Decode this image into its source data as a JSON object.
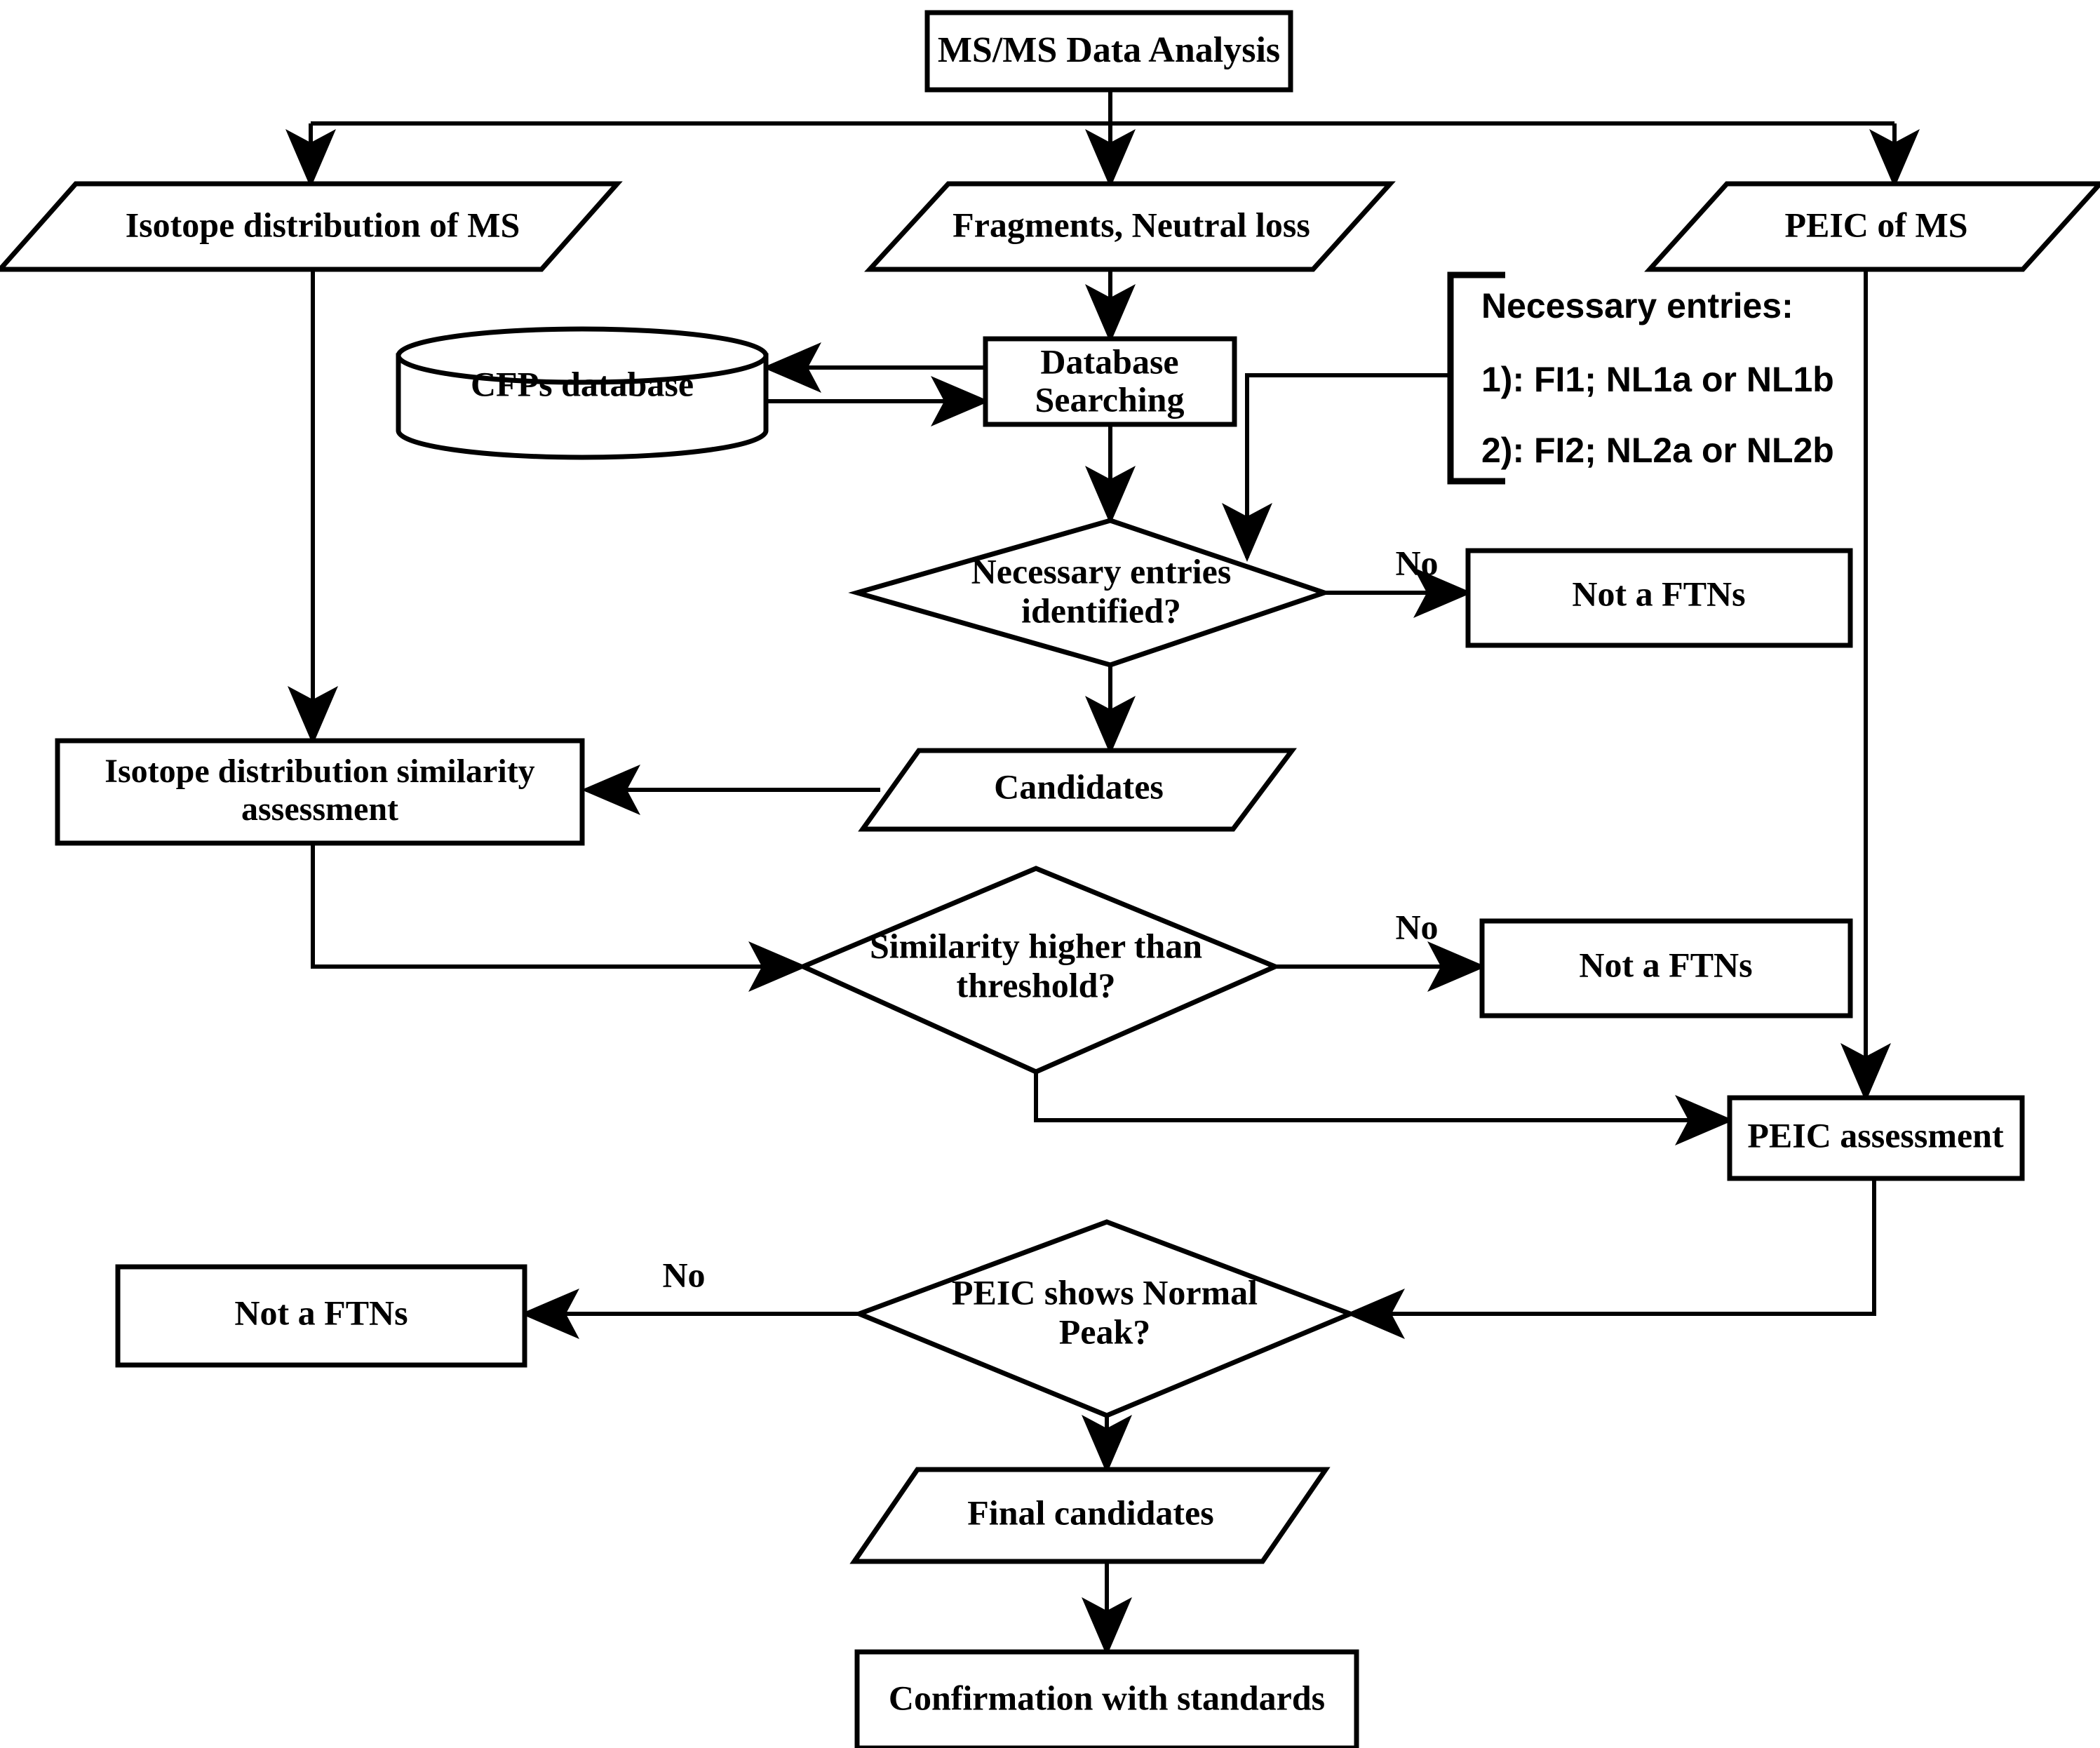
{
  "diagram": {
    "title": "MS/MS Data Analysis workflow flowchart",
    "type": "flowchart",
    "colors": {
      "background": "#ffffff",
      "stroke": "#000000",
      "fill": "#ffffff"
    }
  },
  "nodes": {
    "start": {
      "label": "MS/MS Data Analysis",
      "shape": "process"
    },
    "isotope_input": {
      "label": "Isotope distribution of MS",
      "shape": "data"
    },
    "fragments_input": {
      "label": "Fragments, Neutral loss",
      "shape": "data"
    },
    "peic_input": {
      "label": "PEIC of MS",
      "shape": "data"
    },
    "cfps_db": {
      "label": "CFPs database",
      "shape": "database"
    },
    "db_search": {
      "line1": "Database",
      "line2": "Searching",
      "shape": "process"
    },
    "decision_entries": {
      "line1": "Necessary entries",
      "line2": "identified?",
      "shape": "decision"
    },
    "not_ftns_1": {
      "label": "Not a FTNs",
      "shape": "process"
    },
    "isotope_sim": {
      "line1": "Isotope distribution similarity",
      "line2": "assessment",
      "shape": "process"
    },
    "candidates": {
      "label": "Candidates",
      "shape": "data"
    },
    "decision_similarity": {
      "line1": "Similarity higher than",
      "line2": "threshold?",
      "shape": "decision"
    },
    "not_ftns_2": {
      "label": "Not a FTNs",
      "shape": "process"
    },
    "peic_assessment": {
      "label": "PEIC assessment",
      "shape": "process"
    },
    "decision_peic": {
      "line1": "PEIC shows Normal",
      "line2": "Peak?",
      "shape": "decision"
    },
    "not_ftns_3": {
      "label": "Not a FTNs",
      "shape": "process"
    },
    "final_candidates": {
      "label": "Final candidates",
      "shape": "data"
    },
    "confirmation": {
      "label": "Confirmation with standards",
      "shape": "process"
    }
  },
  "annotation": {
    "heading": "Necessary entries:",
    "item1": "1): FI1; NL1a or NL1b",
    "item2": "2): FI2; NL2a or NL2b"
  },
  "edge_labels": {
    "no_entries": "No",
    "no_similarity": "No",
    "no_peic": "No"
  }
}
